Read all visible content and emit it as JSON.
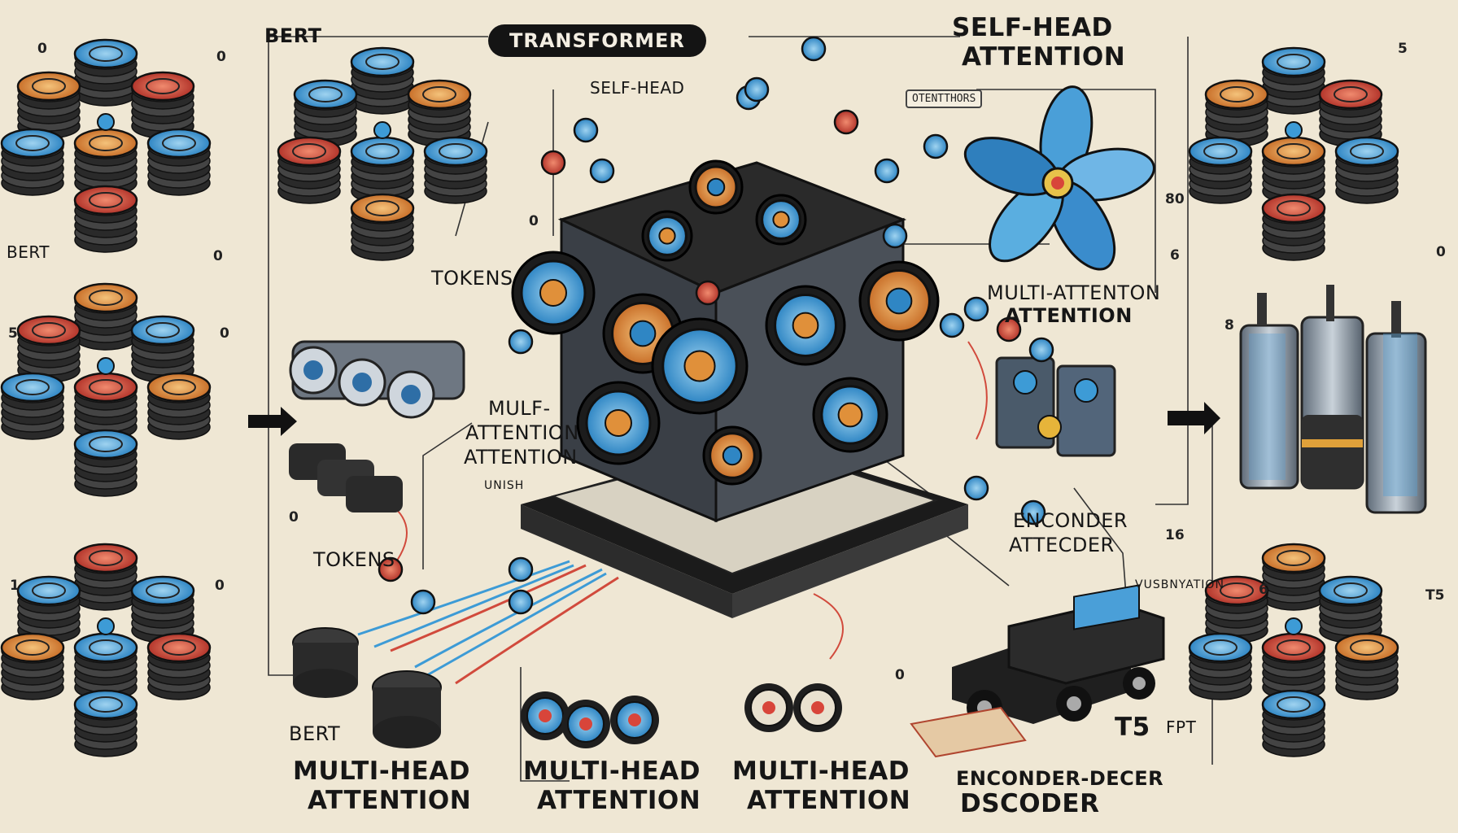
{
  "header": {
    "pill": "TRANSFORMER",
    "bert_top": "BERT",
    "self_head_attention_line1": "SELF-HEAD",
    "self_head_attention_line2": "ATTENTION",
    "self_head_small": "SELF-HEAD",
    "otentthors_tag": "OTENTTHORS"
  },
  "left": {
    "bert_mid": "BERT",
    "tokens_upper": "TOKENS",
    "tokens_lower": "TOKENS",
    "mulf_attention_line1": "MULF-",
    "mulf_attention_line2": "ATTENTION",
    "mulf_attention_line3": "ATTENTION",
    "bert_bottom": "BERT",
    "small_mark": "UNISH"
  },
  "bottom": {
    "mha1_line1": "MULTI-HEAD",
    "mha1_line2": "ATTENTION",
    "mha2_line1": "MULTI-HEAD",
    "mha2_line2": "ATTENTION",
    "mha3_line1": "MULTI-HEAD",
    "mha3_line2": "ATTENTION",
    "enc_dec_line1": "ENCONDER-DECER",
    "enc_dec_line2": "DSCODER"
  },
  "right": {
    "multi_attention_line1": "MULTI-ATTENTON",
    "multi_attention_line2": "ATTENTION",
    "encoder_line1": "ENCONDER",
    "encoder_line2": "ATTECDER",
    "vusbnyation": "VUSBNYATION",
    "t5_small": "T5",
    "fpt": "FPT",
    "t5_right": "T5",
    "num_16": "16",
    "num_8": "8",
    "num_6": "6",
    "num_80": "80"
  },
  "bubbles": {
    "zero": "0",
    "five": "5",
    "six": "6",
    "eight": "8",
    "one": "1"
  },
  "colors": {
    "background": "#efe7d4",
    "ink": "#161616",
    "blue": "#3d9bd6",
    "orange": "#e0903a",
    "red": "#d8453a",
    "steel": "#8a94a0"
  },
  "icons": [
    "coin-stack-icon",
    "speaker-cube-icon",
    "flower-icon",
    "battery-icon",
    "truck-icon",
    "arrow-right-icon"
  ]
}
